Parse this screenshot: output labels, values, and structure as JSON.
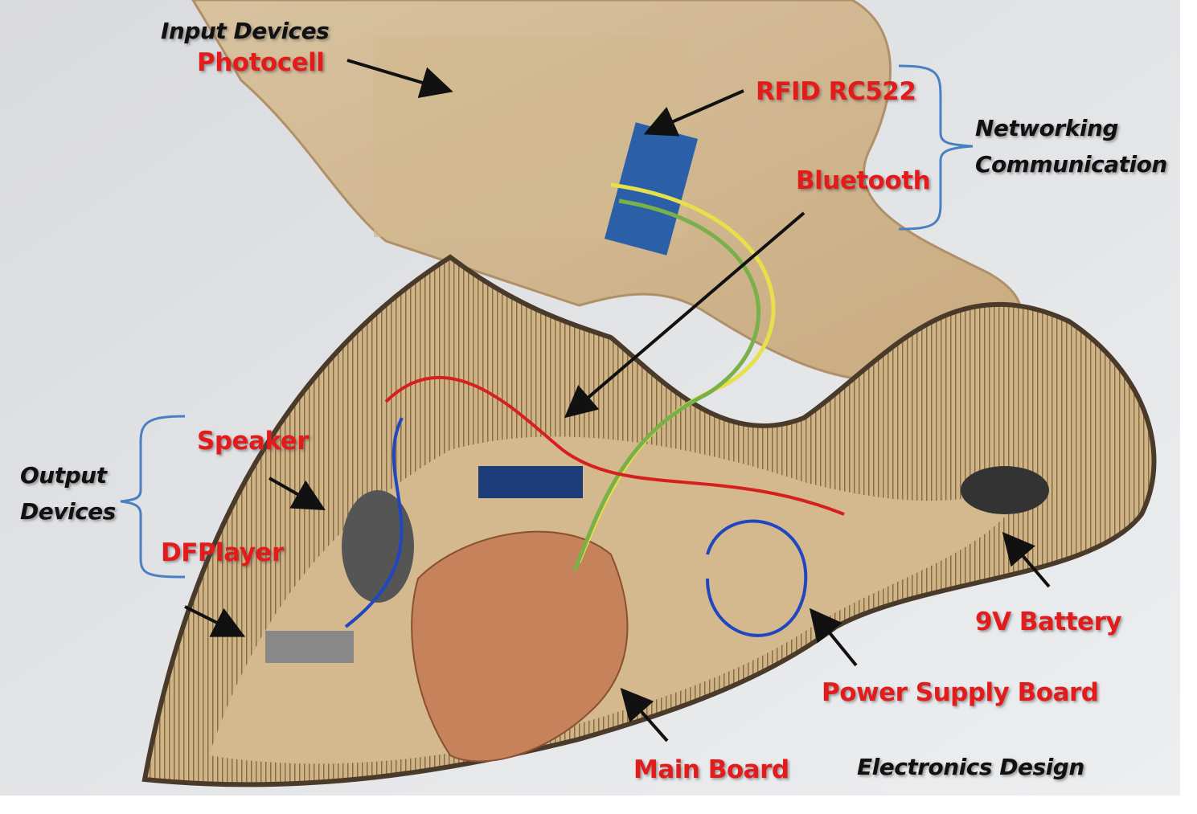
{
  "title": "Electronics Design",
  "groups": {
    "input": "Input Devices",
    "networking": [
      "Networking",
      "Communication"
    ],
    "output": [
      "Output",
      "Devices"
    ]
  },
  "components": {
    "photocell": "Photocell",
    "rfid": "RFID RC522",
    "bluetooth": "Bluetooth",
    "speaker": "Speaker",
    "dfplayer": "DFPlayer",
    "battery": "9V Battery",
    "power_supply": "Power Supply Board",
    "main_board": "Main Board"
  },
  "colors": {
    "label_red": "#e31b1b",
    "brace_blue": "#4a7fc1"
  }
}
